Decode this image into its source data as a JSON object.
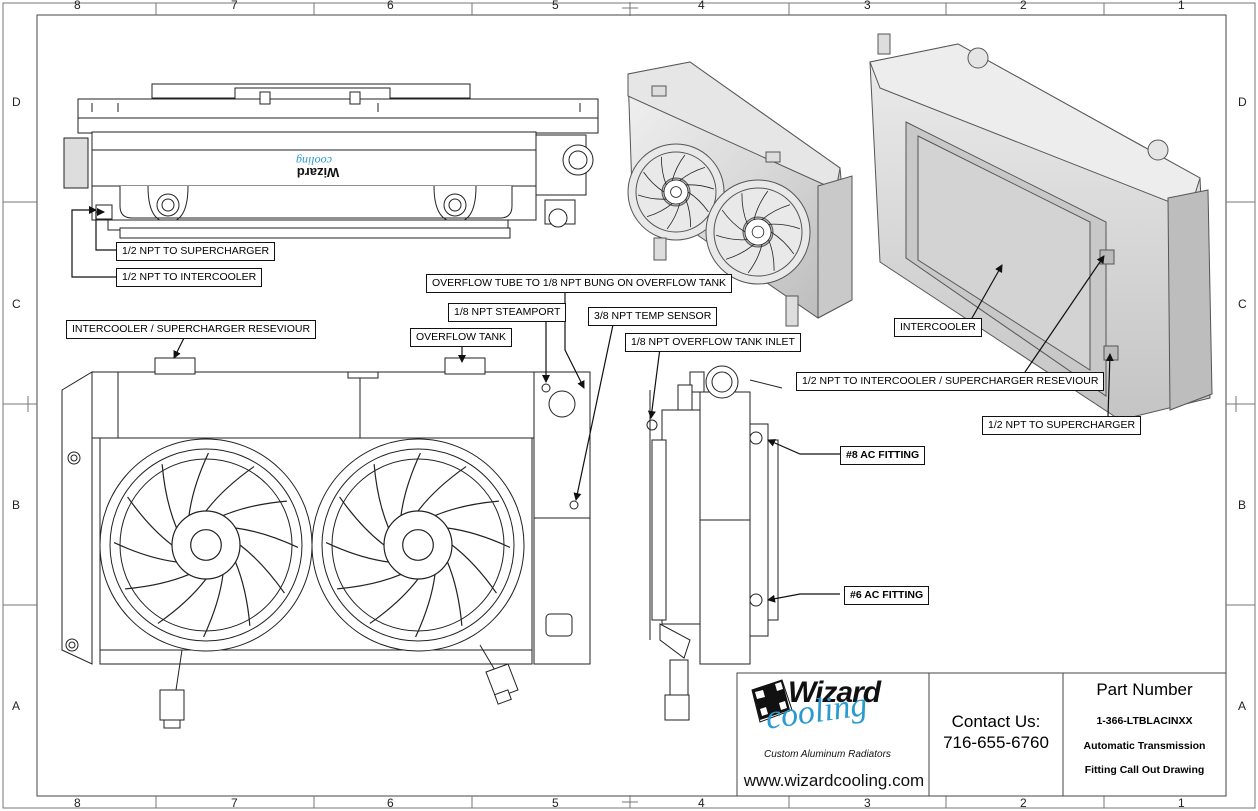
{
  "border": {
    "columns_top": [
      "8",
      "7",
      "6",
      "5",
      "4",
      "3",
      "2",
      "1"
    ],
    "columns_bottom": [
      "8",
      "7",
      "6",
      "5",
      "4",
      "3",
      "2",
      "1"
    ],
    "rows_left": [
      "D",
      "C",
      "B",
      "A"
    ],
    "rows_right": [
      "D",
      "C",
      "B",
      "A"
    ]
  },
  "callouts": {
    "npt_supercharger_top": "1/2 NPT TO SUPERCHARGER",
    "npt_intercooler_top": "1/2 NPT TO INTERCOOLER",
    "intercooler_reservoir": "INTERCOOLER / SUPERCHARGER RESEVIOUR",
    "overflow_tank": "OVERFLOW TANK",
    "steamport": "1/8 NPT STEAMPORT",
    "overflow_tube": "OVERFLOW TUBE TO 1/8 NPT BUNG ON OVERFLOW TANK",
    "temp_sensor": "3/8 NPT TEMP SENSOR",
    "overflow_inlet": "1/8 NPT OVERFLOW TANK INLET",
    "intercooler": "INTERCOOLER",
    "npt_intercooler_reservoir": "1/2 NPT TO INTERCOOLER / SUPERCHARGER RESEVIOUR",
    "npt_supercharger_right": "1/2 NPT TO SUPERCHARGER",
    "ac_fitting_8": "#8 AC FITTING",
    "ac_fitting_6": "#6 AC FITTING"
  },
  "title_block": {
    "logo_word1": "Wizard",
    "logo_word2": "cooling",
    "tagline": "Custom Aluminum Radiators",
    "website": "www.wizardcooling.com",
    "contact_label": "Contact Us:",
    "phone": "716-655-6760",
    "part_number_label": "Part Number",
    "part_number": "1-366-LTBLACINXX",
    "desc_line1": "Automatic Transmission",
    "desc_line2": "Fitting Call Out Drawing"
  },
  "top_view_logo": {
    "word1": "Wizard",
    "word2": "cooling"
  }
}
